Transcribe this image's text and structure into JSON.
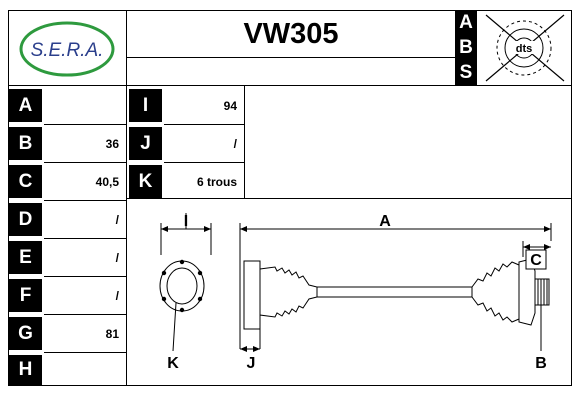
{
  "header": {
    "logo_text": "S.E.R.A.",
    "part_number": "VW305",
    "abs_letters": [
      "A",
      "B",
      "S"
    ],
    "abs_icon_text": "dts"
  },
  "specs_left": [
    {
      "key": "A",
      "value": ""
    },
    {
      "key": "B",
      "value": "36"
    },
    {
      "key": "C",
      "value": "40,5"
    },
    {
      "key": "D",
      "value": "/"
    },
    {
      "key": "E",
      "value": "/"
    },
    {
      "key": "F",
      "value": "/"
    },
    {
      "key": "G",
      "value": "81"
    },
    {
      "key": "H",
      "value": ""
    }
  ],
  "specs_mid": [
    {
      "key": "I",
      "value": "94"
    },
    {
      "key": "J",
      "value": "/"
    },
    {
      "key": "K",
      "value": "6 trous"
    }
  ],
  "diagram": {
    "labels": {
      "I": "I",
      "A": "A",
      "C": "C",
      "K": "K",
      "J": "J",
      "B": "B"
    }
  },
  "colors": {
    "logo_green": "#2e9a3e",
    "logo_text": "#2b3f8c",
    "ink": "#000000"
  }
}
